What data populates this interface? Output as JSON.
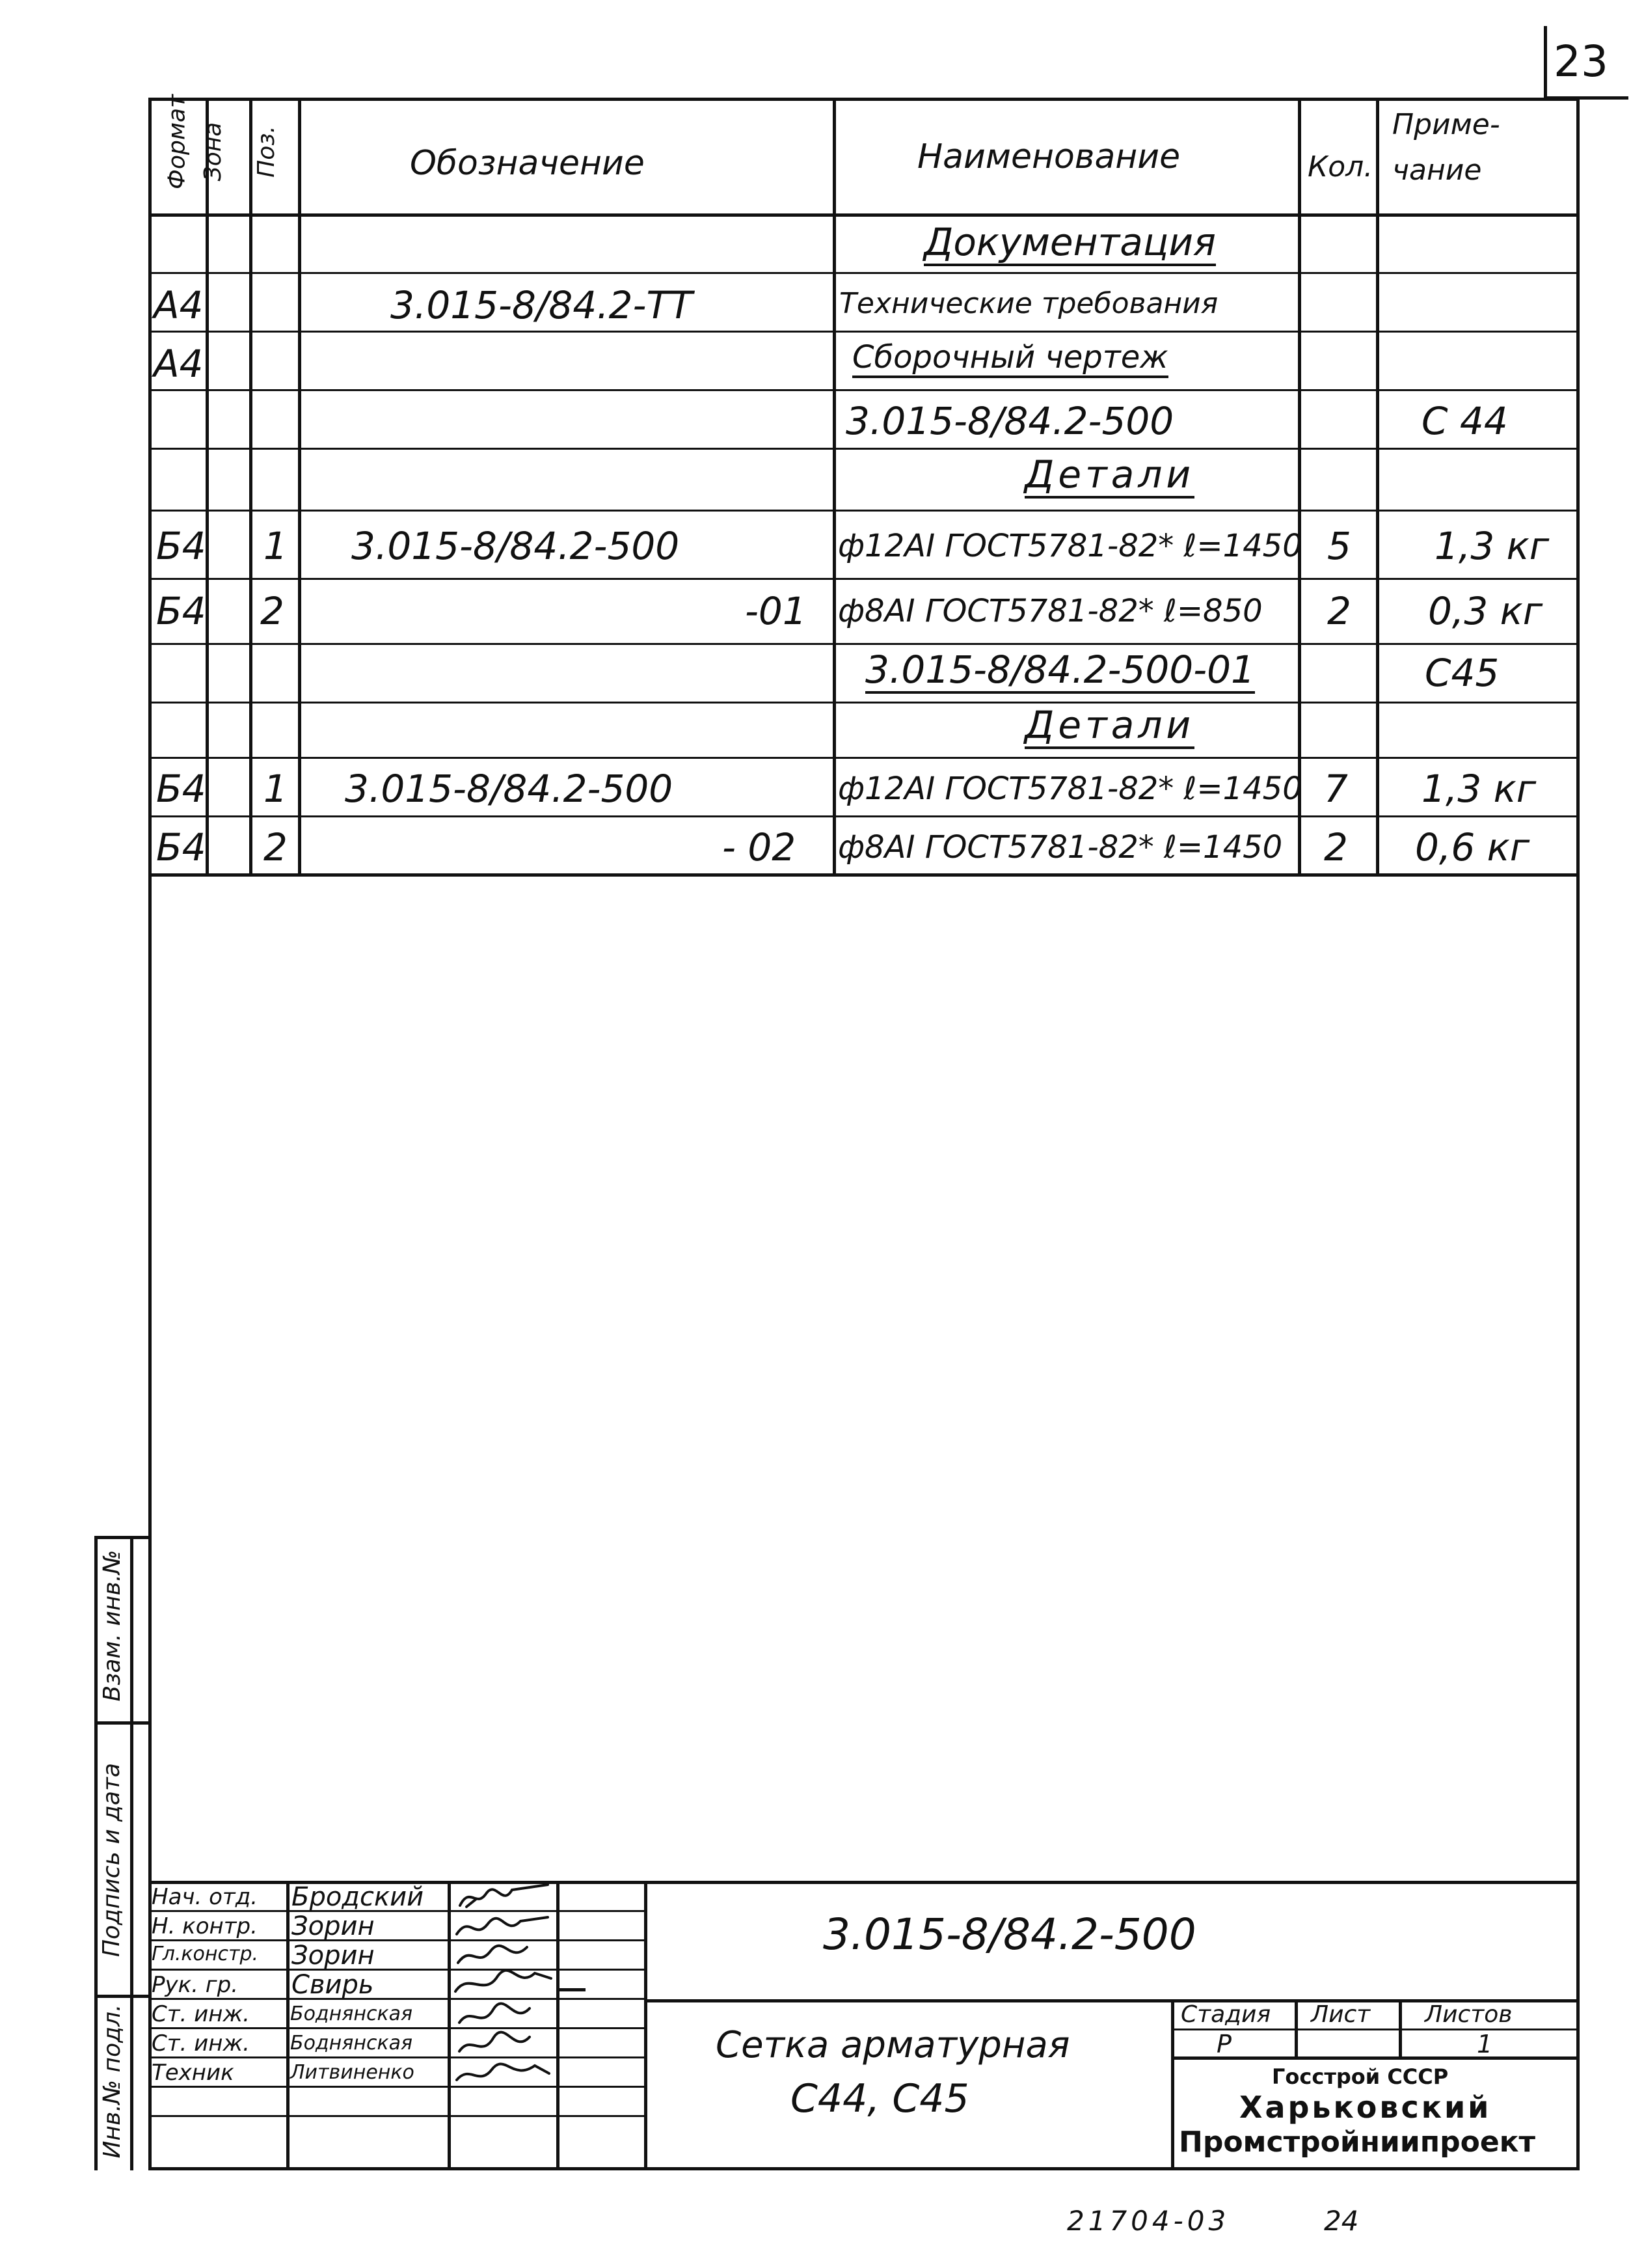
{
  "page": {
    "number": "23",
    "footer_code": "21704-03",
    "footer_page": "24"
  },
  "columns": {
    "format": "Формат",
    "zone": "Зона",
    "pos": "Поз.",
    "designation": "Обозначение",
    "name": "Наименование",
    "qty": "Кол.",
    "note_line1": "Приме-",
    "note_line2": "чание"
  },
  "rows": [
    {
      "format": "",
      "pos": "",
      "designation": "",
      "name": "Документация",
      "qty": "",
      "note": ""
    },
    {
      "format": "А4",
      "pos": "",
      "designation": "3.015-8/84.2-ТТ",
      "name": "Технические требования",
      "qty": "",
      "note": ""
    },
    {
      "format": "А4",
      "pos": "",
      "designation": "",
      "name": "Сборочный чертеж",
      "qty": "",
      "note": ""
    },
    {
      "format": "",
      "pos": "",
      "designation": "",
      "name": "3.015-8/84.2-500",
      "qty": "",
      "note": "С 44"
    },
    {
      "format": "",
      "pos": "",
      "designation": "",
      "name": "Детали",
      "qty": "",
      "note": ""
    },
    {
      "format": "Б4",
      "pos": "1",
      "designation": "3.015-8/84.2-500",
      "name": "ф12АI ГОСТ5781-82* ℓ=1450",
      "qty": "5",
      "note": "1,3 кг"
    },
    {
      "format": "Б4",
      "pos": "2",
      "designation": "-01",
      "name": "ф8АI ГОСТ5781-82* ℓ=850",
      "qty": "2",
      "note": "0,3 кг"
    },
    {
      "format": "",
      "pos": "",
      "designation": "",
      "name": "3.015-8/84.2-500-01",
      "qty": "",
      "note": "С45"
    },
    {
      "format": "",
      "pos": "",
      "designation": "",
      "name": "Детали",
      "qty": "",
      "note": ""
    },
    {
      "format": "Б4",
      "pos": "1",
      "designation": "3.015-8/84.2-500",
      "name": "ф12АI ГОСТ5781-82* ℓ=1450",
      "qty": "7",
      "note": "1,3 кг"
    },
    {
      "format": "Б4",
      "pos": "2",
      "designation": "- 02",
      "name": "ф8АI ГОСТ5781-82* ℓ=1450",
      "qty": "2",
      "note": "0,6 кг"
    }
  ],
  "side_stamp": {
    "inv_orig": "Инв.№ подл.",
    "sign_date": "Подпись и дата",
    "replace_inv": "Взам. инв.№"
  },
  "title_block": {
    "signers": [
      {
        "role": "Нач. отд.",
        "name": "Бродский"
      },
      {
        "role": "Н. контр.",
        "name": "Зорин"
      },
      {
        "role": "Гл.констр.",
        "name": "Зорин"
      },
      {
        "role": "Рук. гр.",
        "name": "Свирь"
      },
      {
        "role": "Ст. инж.",
        "name": "Боднянская"
      },
      {
        "role": "Ст. инж.",
        "name": "Боднянская"
      },
      {
        "role": "Техник",
        "name": "Литвиненко"
      }
    ],
    "doc_code": "3.015-8/84.2-500",
    "title_line1": "Сетка арматурная",
    "title_line2": "С44, С45",
    "stage_label": "Стадия",
    "sheet_label": "Лист",
    "sheets_label": "Листов",
    "stage": "Р",
    "sheet": "",
    "sheets": "1",
    "org_line1": "Госстрой СССР",
    "org_line2": "Харьковский",
    "org_line3": "Промстройниипроект"
  },
  "colors": {
    "ink": "#111111",
    "paper": "#ffffff"
  }
}
